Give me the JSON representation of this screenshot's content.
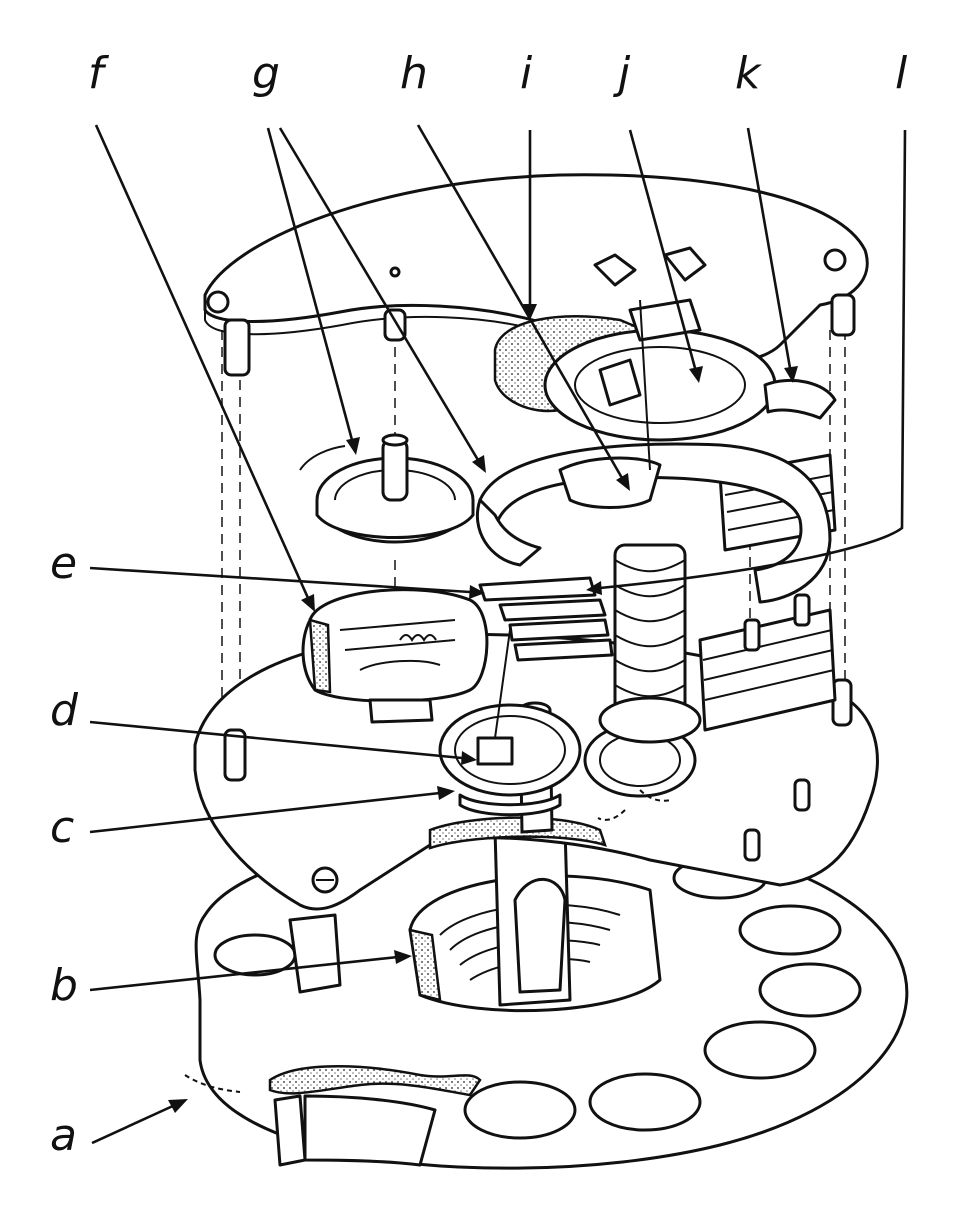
{
  "labels": {
    "a": "a",
    "b": "b",
    "c": "c",
    "d": "d",
    "e": "e",
    "f": "f",
    "g": "g",
    "h": "h",
    "i": "i",
    "j": "j",
    "k": "k",
    "l": "l"
  }
}
